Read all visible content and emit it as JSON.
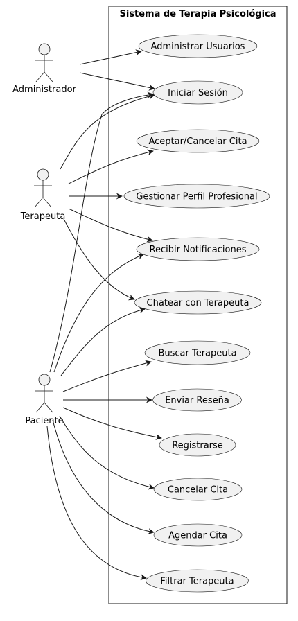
{
  "system": {
    "title": "Sistema de Terapia Psicológica"
  },
  "actors": [
    {
      "id": "admin",
      "label": "Administrador"
    },
    {
      "id": "terapeuta",
      "label": "Terapeuta"
    },
    {
      "id": "paciente",
      "label": "Paciente"
    }
  ],
  "use_cases": [
    {
      "id": "uc_admin_users",
      "label": "Administrar Usuarios"
    },
    {
      "id": "uc_login",
      "label": "Iniciar Sesión"
    },
    {
      "id": "uc_accept_cancel",
      "label": "Aceptar/Cancelar Cita"
    },
    {
      "id": "uc_profile",
      "label": "Gestionar Perfil Profesional"
    },
    {
      "id": "uc_notifications",
      "label": "Recibir Notificaciones"
    },
    {
      "id": "uc_chat",
      "label": "Chatear con Terapeuta"
    },
    {
      "id": "uc_search",
      "label": "Buscar Terapeuta"
    },
    {
      "id": "uc_review",
      "label": "Enviar Reseña"
    },
    {
      "id": "uc_register",
      "label": "Registrarse"
    },
    {
      "id": "uc_cancel",
      "label": "Cancelar Cita"
    },
    {
      "id": "uc_schedule",
      "label": "Agendar Cita"
    },
    {
      "id": "uc_filter",
      "label": "Filtrar Terapeuta"
    }
  ],
  "associations": [
    {
      "from": "admin",
      "to": "uc_admin_users"
    },
    {
      "from": "admin",
      "to": "uc_login"
    },
    {
      "from": "terapeuta",
      "to": "uc_login"
    },
    {
      "from": "terapeuta",
      "to": "uc_accept_cancel"
    },
    {
      "from": "terapeuta",
      "to": "uc_profile"
    },
    {
      "from": "terapeuta",
      "to": "uc_notifications"
    },
    {
      "from": "terapeuta",
      "to": "uc_chat"
    },
    {
      "from": "paciente",
      "to": "uc_login"
    },
    {
      "from": "paciente",
      "to": "uc_notifications"
    },
    {
      "from": "paciente",
      "to": "uc_chat"
    },
    {
      "from": "paciente",
      "to": "uc_search"
    },
    {
      "from": "paciente",
      "to": "uc_review"
    },
    {
      "from": "paciente",
      "to": "uc_register"
    },
    {
      "from": "paciente",
      "to": "uc_cancel"
    },
    {
      "from": "paciente",
      "to": "uc_schedule"
    },
    {
      "from": "paciente",
      "to": "uc_filter"
    }
  ]
}
